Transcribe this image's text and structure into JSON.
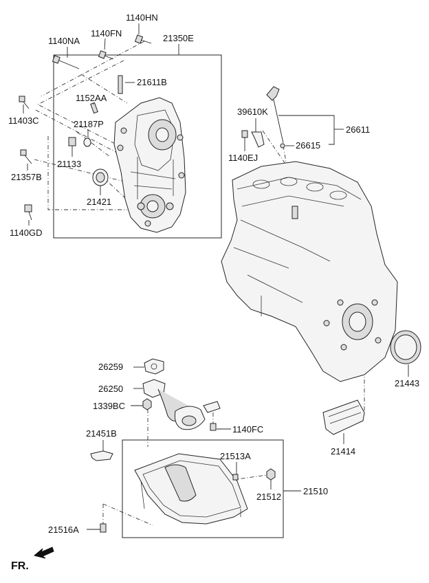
{
  "labels": {
    "l1140HN": "1140HN",
    "l1140NA": "1140NA",
    "l1140FN": "1140FN",
    "l21350E": "21350E",
    "l21611B": "21611B",
    "l1152AA": "1152AA",
    "l11403C": "11403C",
    "l21187P": "21187P",
    "l21133": "21133",
    "l21357B": "21357B",
    "l21421": "21421",
    "l1140GD": "1140GD",
    "l39610K": "39610K",
    "l26611": "26611",
    "l26615": "26615",
    "l1140EJ": "1140EJ",
    "l21443": "21443",
    "l26259": "26259",
    "l26250": "26250",
    "l1339BC": "1339BC",
    "l1140FC": "1140FC",
    "l21451B": "21451B",
    "l21414": "21414",
    "l21513A": "21513A",
    "l21510": "21510",
    "l21512": "21512",
    "l21516A": "21516A"
  },
  "direction": {
    "label": "FR."
  }
}
